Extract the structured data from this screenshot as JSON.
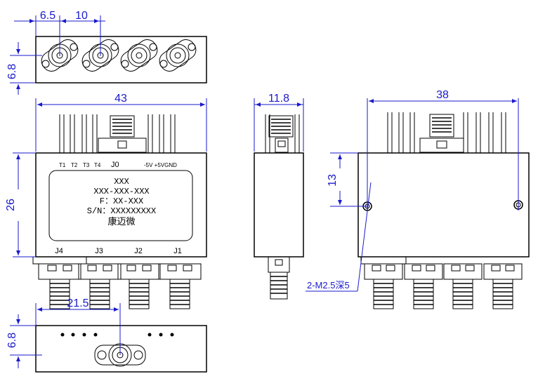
{
  "dimensions": {
    "top_pitch_a": "6.5",
    "top_pitch_b": "10",
    "top_height": "6.8",
    "front_width": "43",
    "front_height": "26",
    "side_width": "11.8",
    "right_width": "38",
    "right_hole_offset": "13",
    "bottom_offset": "21.5",
    "bottom_height": "6.8"
  },
  "pins": {
    "t1": "T1",
    "t2": "T2",
    "t3": "T3",
    "t4": "T4",
    "j0": "J0",
    "power": "-5V +5VGND"
  },
  "ports": {
    "j4": "J4",
    "j3": "J3",
    "j2": "J2",
    "j1": "J1"
  },
  "label": {
    "line1": "XXX",
    "line2": "XXX-XXX-XXX",
    "line3": "F：XX-XXX",
    "line4": "S/N：XXXXXXXXX",
    "line5": "康迈微"
  },
  "hole_note": "2-M2.5深5"
}
